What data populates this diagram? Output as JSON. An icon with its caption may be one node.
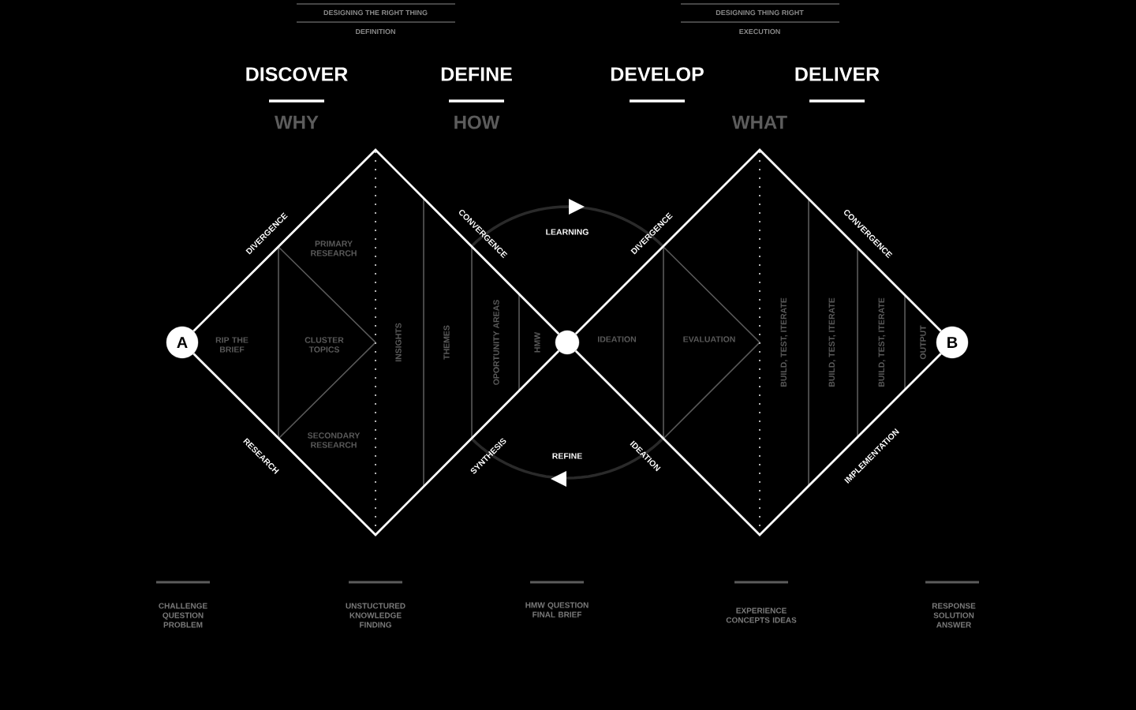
{
  "diagram": {
    "nodes": [
      {
        "text": [
          "A"
        ]
      },
      {
        "text": [],
        "shape": "circle"
      },
      {
        "text": [
          "B"
        ]
      }
    ],
    "edges": [
      {
        "from": 0,
        "to": 1,
        "arrow": "none"
      },
      {
        "from": 0,
        "to": 1,
        "arrow": "none"
      },
      {
        "from": 1,
        "to": 2,
        "arrow": "none"
      },
      {
        "from": 1,
        "to": 2,
        "arrow": "none"
      }
    ],
    "labels": [
      "DESIGNING THE RIGHT THING",
      "DEFINITION",
      "DESIGNING THING RIGHT",
      "EXECUTION",
      "DISCOVER",
      "DEFINE",
      "DEVELOP",
      "DELIVER",
      "WHY",
      "HOW",
      "WHAT",
      "DIVERGENCE",
      "PRIMARY RESEARCH",
      "CONVERGENCE",
      "LEARNING",
      "DIVERGENCE",
      "CONVERGENCE",
      "RIP THE BRIEF",
      "CLUSTER TOPICS",
      "INSIGHTS",
      "THEMES",
      "OPORTUNITY AREAS",
      "HMW",
      "IDEATION",
      "EVALUATION",
      "BUILD, TEST, ITERATE",
      "BUILD, TEST, ITERATE",
      "BUILD, TEST, ITERATE",
      "OUTPUT",
      "SECONDARY RESEARCH",
      "RESEARCH",
      "SYNTHESIS",
      "REFINE",
      "IDEATION",
      "IMPLEMENTATION",
      "CHALLENGE QUESTION PROBLEM",
      "UNSTUCTURED KNOWLEDGE FINDING",
      "HMW QUESTION FINAL BRIEF",
      "EXPERIENCE CONCEPTS IDEAS",
      "RESPONSE SOLUTION ANSWER"
    ]
  }
}
